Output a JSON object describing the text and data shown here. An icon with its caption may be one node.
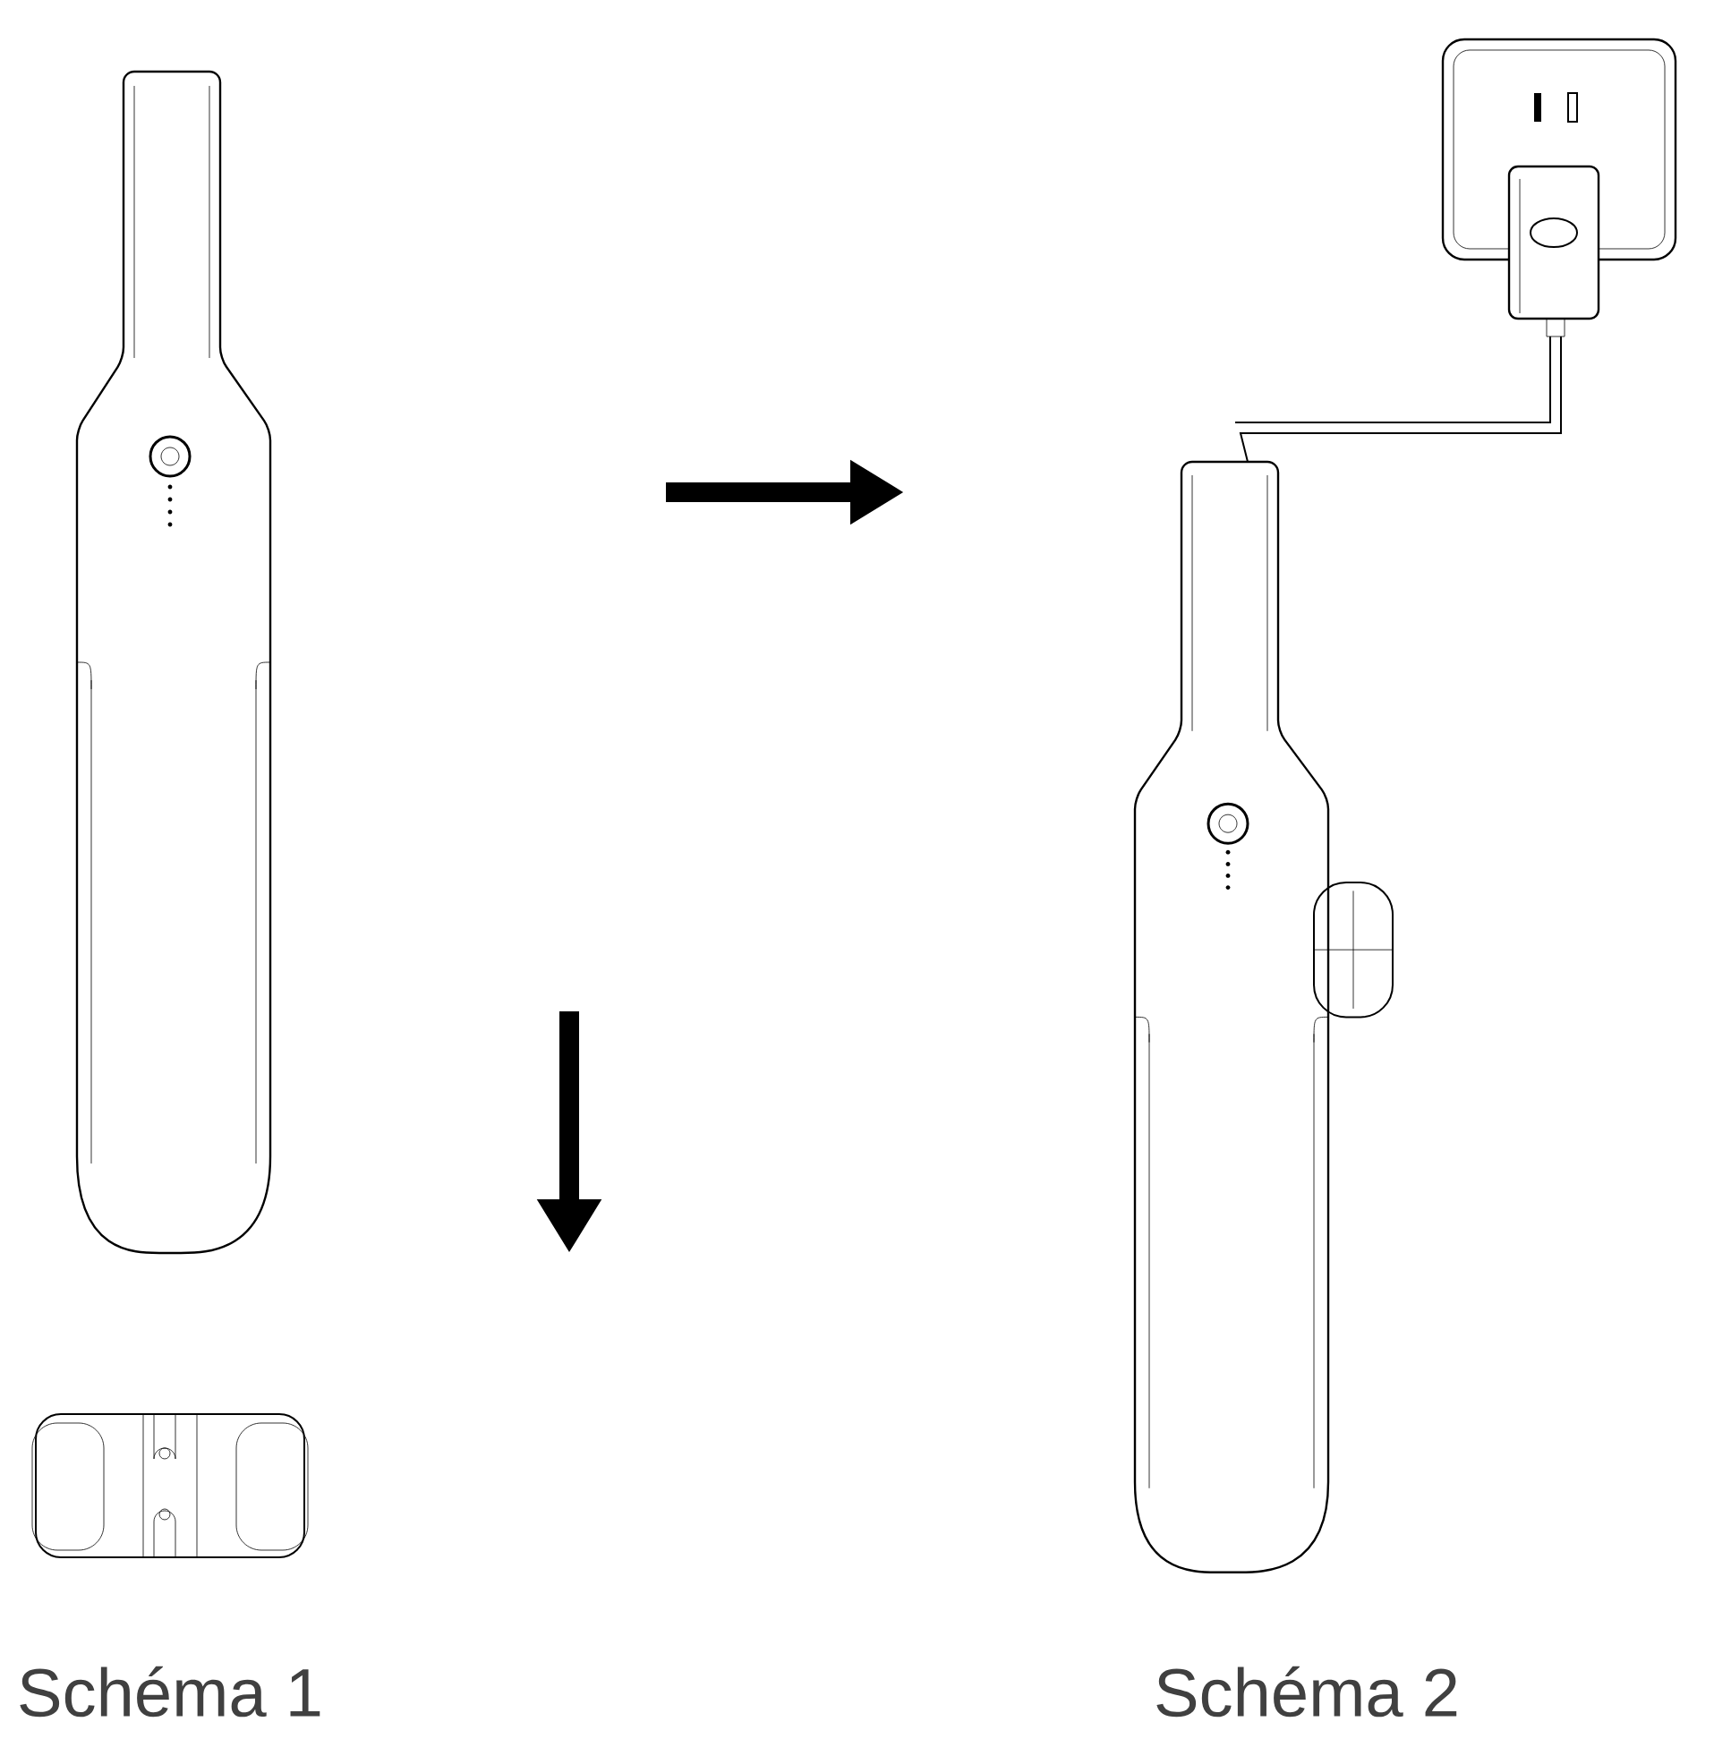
{
  "diagram": {
    "nodes": [
      {
        "text": [],
        "shape": "picture"
      },
      {
        "text": [],
        "shape": "picture"
      },
      {
        "text": [],
        "shape": "picture"
      }
    ],
    "labels": [
      "Schéma 1",
      "Schéma 2"
    ]
  }
}
